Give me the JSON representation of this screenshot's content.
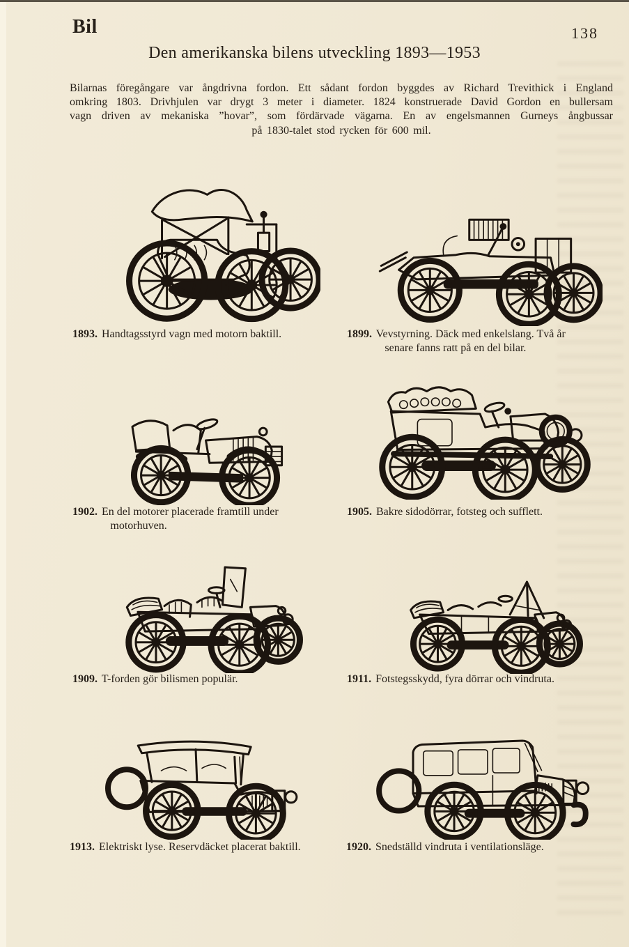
{
  "page": {
    "header_left": "Bil",
    "page_number": "138",
    "title": "Den amerikanska bilens utveckling 1893—1953"
  },
  "colors": {
    "paper": "#f0e8d4",
    "ink": "#24201a"
  },
  "intro": {
    "lines": [
      "Bilarnas föregångare var ångdrivna fordon. Ett sådant fordon byggdes av Richard Trevithick i England",
      "omkring 1803. Drivhjulen var drygt 3 meter i diameter. 1824 konstruerade David Gordon en bullersam",
      "vagn driven av mekaniska ”hovar”, som fördärvade vägarna. En av engelsmannen Gurneys ångbussar"
    ],
    "centered_line": "på 1830-talet stod rycken för 600 mil."
  },
  "figures": [
    {
      "year": "1893.",
      "caption": "Handtagsstyrd vagn med motorn baktill.",
      "illustration": "canopy-carriage-rear-motor"
    },
    {
      "year": "1899.",
      "caption": "Vevstyrning. Däck med enkelslang. Två år\nsenare fanns ratt på en del bilar.",
      "illustration": "crank-steered-car"
    },
    {
      "year": "1902.",
      "caption": "En del motorer placerade framtill under\nmotorhuven.",
      "illustration": "front-motor-runabout"
    },
    {
      "year": "1905.",
      "caption": "Bakre sidodörrar, fotsteg och sufflett.",
      "illustration": "touring-car-folded-top"
    },
    {
      "year": "1909.",
      "caption": "T-forden gör bilismen populär.",
      "illustration": "model-t-touring"
    },
    {
      "year": "1911.",
      "caption": "Fotstegsskydd, fyra dörrar och vindruta.",
      "illustration": "four-door-touring-windshield"
    },
    {
      "year": "1913.",
      "caption": "Elektriskt lyse. Reservdäcket placerat baktill.",
      "illustration": "canopy-touring-spare-rear"
    },
    {
      "year": "1920.",
      "caption": "Snedställd vindruta i ventilationsläge.",
      "illustration": "closed-sedan"
    }
  ]
}
